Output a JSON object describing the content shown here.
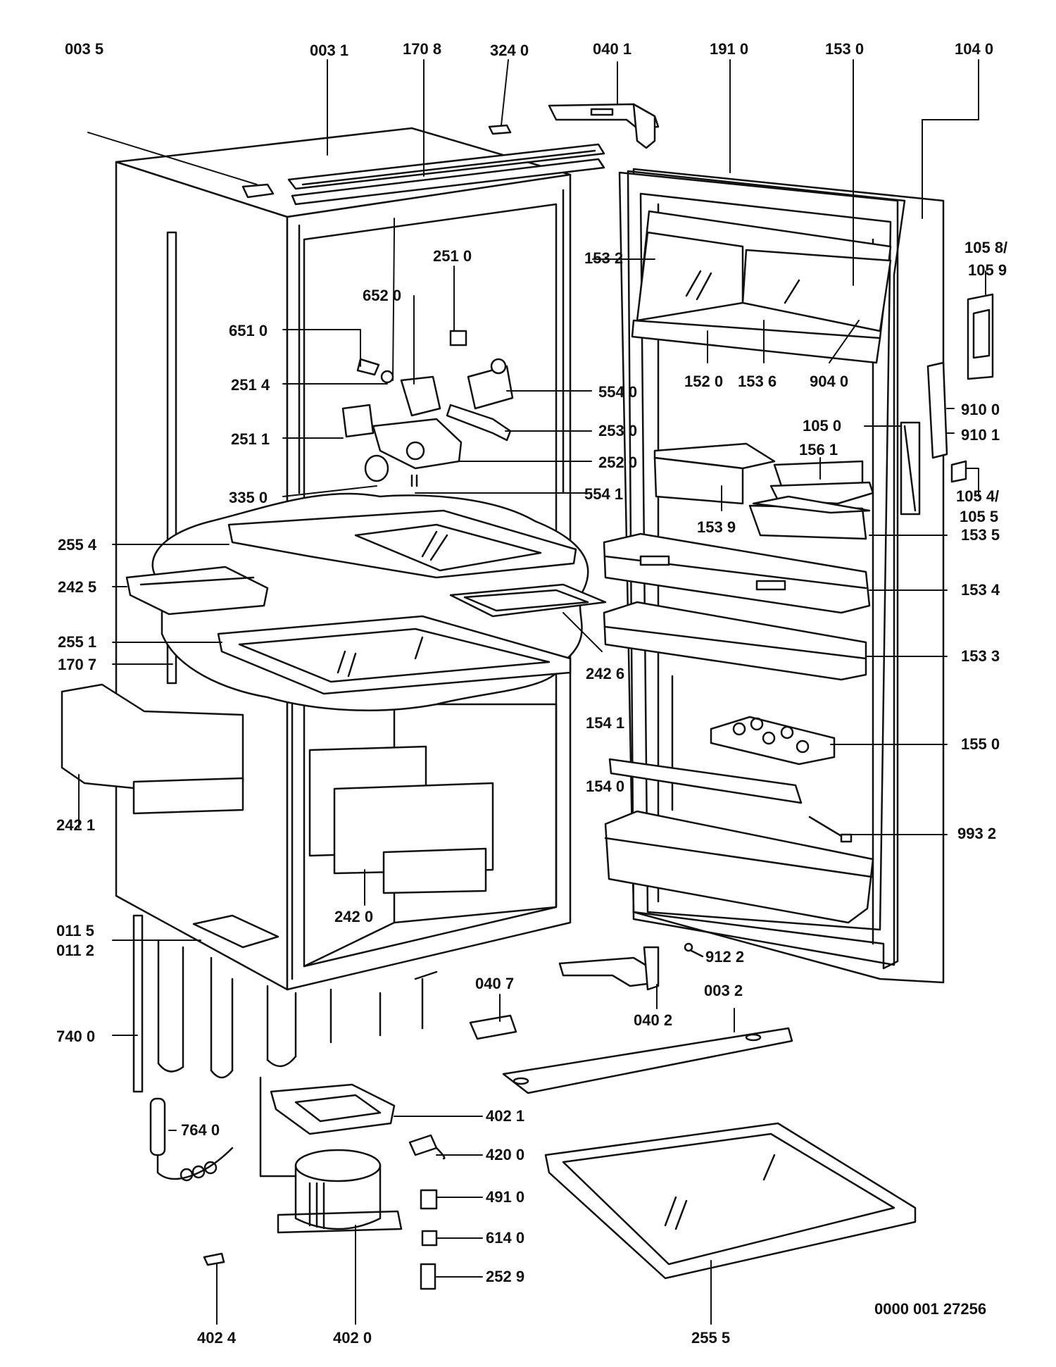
{
  "doc_ref": "0000 001 27256",
  "labels": {
    "p0035": "003 5",
    "p0031": "003 1",
    "p1708": "170 8",
    "p3240": "324 0",
    "p0401": "040 1",
    "p1910": "191 0",
    "p1530": "153 0",
    "p1040": "104 0",
    "p2510": "251 0",
    "p1532": "153 2",
    "p6520": "652 0",
    "p6510": "651 0",
    "p2514": "251 4",
    "p5540": "554 0",
    "p1520": "152 0",
    "p1536": "153 6",
    "p9040": "904 0",
    "p10589a": "105 8/",
    "p10589b": "105 9",
    "p9100": "910 0",
    "p9101": "910 1",
    "p1050": "105 0",
    "p2530": "253 0",
    "p2511": "251 1",
    "p2520": "252 0",
    "p1561": "156 1",
    "p10545a": "105 4/",
    "p10545b": "105 5",
    "p3350": "335 0",
    "p5541": "554 1",
    "p1539": "153 9",
    "p1535": "153 5",
    "p2554": "255 4",
    "p2425": "242 5",
    "p1534": "153 4",
    "p2551": "255 1",
    "p1707": "170 7",
    "p2426": "242 6",
    "p1533": "153 3",
    "p1541": "154 1",
    "p1550": "155 0",
    "p2421": "242 1",
    "p1540": "154 0",
    "p9932": "993 2",
    "p2420": "242 0",
    "p0115": "011 5",
    "p0112": "011 2",
    "p9122": "912 2",
    "p0407": "040 7",
    "p0032": "003 2",
    "p0402": "040 2",
    "p7400": "740 0",
    "p4021": "402 1",
    "p7640": "764 0",
    "p4200": "420 0",
    "p4910": "491 0",
    "p6140": "614 0",
    "p2529": "252 9",
    "p4024": "402 4",
    "p4020": "402 0",
    "p2555": "255 5"
  }
}
